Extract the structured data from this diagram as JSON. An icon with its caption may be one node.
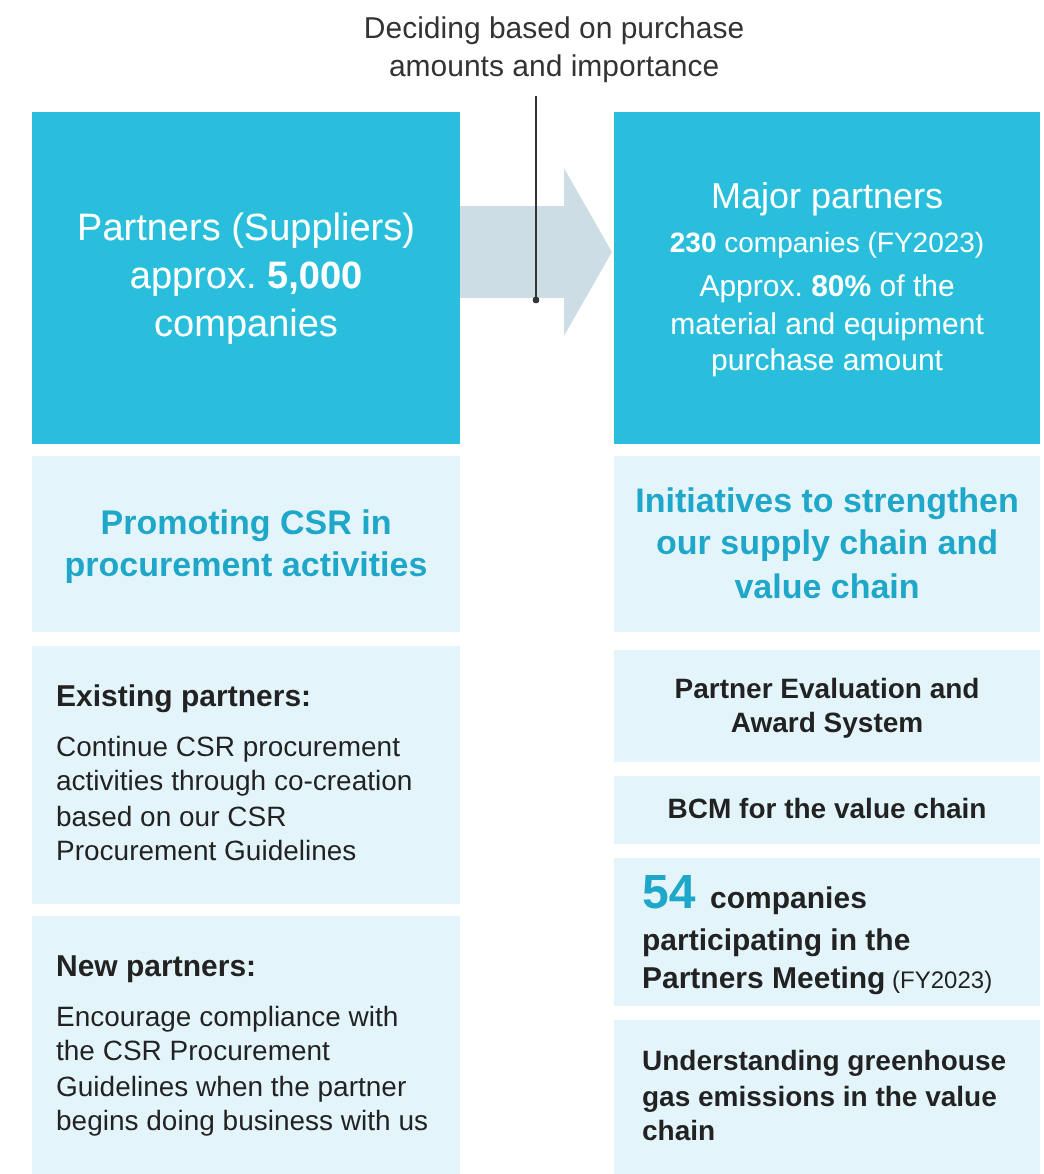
{
  "diagram": {
    "nodes": [
      {
        "text": [
          "Deciding based on purchase amounts and importance"
        ]
      },
      {
        "text": [
          "Partners (Suppliers) approx. **5,000** companies"
        ]
      },
      {
        "text": [
          "Major partners",
          "**230** companies (FY2023)",
          "Approx. **80%** of the material and equipment purchase amount"
        ]
      },
      {
        "text": [
          "Promoting CSR in procurement activities"
        ]
      },
      {
        "text": [
          "Existing partners:",
          "Continue CSR procurement activities through co-creation based on our CSR Procurement Guidelines"
        ]
      },
      {
        "text": [
          "New partners:",
          "Encourage compliance with the CSR Procurement Guidelines when the partner begins doing business with us"
        ]
      },
      {
        "text": [
          "Initiatives to strengthen our supply chain and value chain"
        ]
      },
      {
        "text": [
          "Partner Evaluation and Award System"
        ]
      },
      {
        "text": [
          "BCM for the value chain"
        ]
      },
      {
        "text": [
          "**54** **companies participating in the Partners Meeting** (FY2023)"
        ]
      },
      {
        "text": [
          "Understanding greenhouse gas emissions in the value chain"
        ]
      }
    ],
    "edges": [
      {
        "from": 1,
        "to": 2,
        "arrow": "to",
        "style": "thick"
      },
      {
        "from": 0,
        "to": null,
        "arrow": "other",
        "color": "#333333"
      }
    ]
  }
}
